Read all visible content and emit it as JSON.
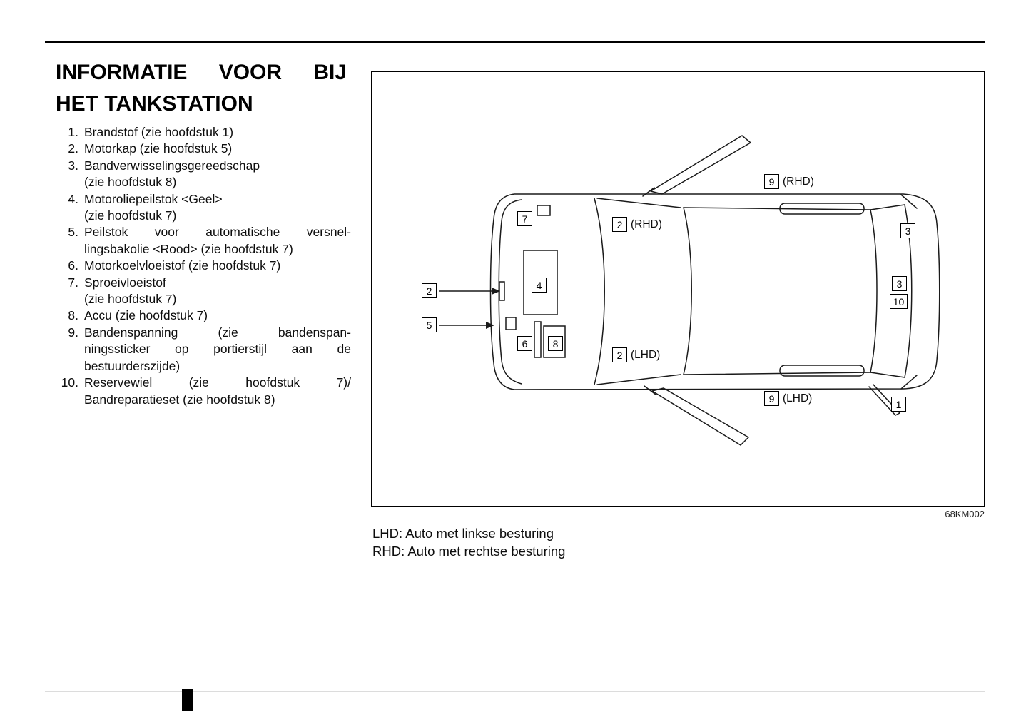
{
  "page": {
    "title_line1": "INFORMATIE VOOR BIJ",
    "title_line2": "HET TANKSTATION"
  },
  "list": {
    "items": [
      {
        "num": "1.",
        "lines": [
          "Brandstof (zie hoofdstuk 1)"
        ]
      },
      {
        "num": "2.",
        "lines": [
          "Motorkap (zie hoofdstuk 5)"
        ]
      },
      {
        "num": "3.",
        "lines": [
          "Bandverwisselingsgereedschap",
          "(zie hoofdstuk 8)"
        ]
      },
      {
        "num": "4.",
        "lines": [
          "Motoroliepeilstok <Geel>",
          "(zie hoofdstuk 7)"
        ]
      },
      {
        "num": "5.",
        "lines": [
          "Peilstok voor automatische versnel-",
          "lingsbakolie <Rood> (zie hoofdstuk 7)"
        ]
      },
      {
        "num": "6.",
        "lines": [
          "Motorkoelvloeistof (zie hoofdstuk 7)"
        ]
      },
      {
        "num": "7.",
        "lines": [
          "Sproeivloeistof",
          "(zie hoofdstuk 7)"
        ]
      },
      {
        "num": "8.",
        "lines": [
          "Accu (zie hoofdstuk 7)"
        ]
      },
      {
        "num": "9.",
        "lines": [
          "Bandenspanning (zie bandenspan-",
          "ningssticker op portierstijl aan de",
          "bestuurderszijde)"
        ]
      },
      {
        "num": "10.",
        "lines": [
          "Reservewiel (zie hoofdstuk 7)/",
          "Bandreparatieset (zie hoofdstuk 8)"
        ]
      }
    ]
  },
  "diagram": {
    "figure_code": "68KM002",
    "callouts": {
      "c7": {
        "label": "7"
      },
      "c2_rhd": {
        "label": "2",
        "suffix": "(RHD)"
      },
      "c9_rhd": {
        "label": "9",
        "suffix": "(RHD)"
      },
      "c3_top": {
        "label": "3"
      },
      "c3_side": {
        "label": "3"
      },
      "c10": {
        "label": "10"
      },
      "c2_engine": {
        "label": "2"
      },
      "c4": {
        "label": "4"
      },
      "c5": {
        "label": "5"
      },
      "c6": {
        "label": "6"
      },
      "c8": {
        "label": "8"
      },
      "c2_lhd": {
        "label": "2",
        "suffix": "(LHD)"
      },
      "c9_lhd": {
        "label": "9",
        "suffix": "(LHD)"
      },
      "c1": {
        "label": "1"
      }
    }
  },
  "legend": {
    "lhd": "LHD: Auto met linkse besturing",
    "rhd": "RHD: Auto met rechtse besturing"
  }
}
